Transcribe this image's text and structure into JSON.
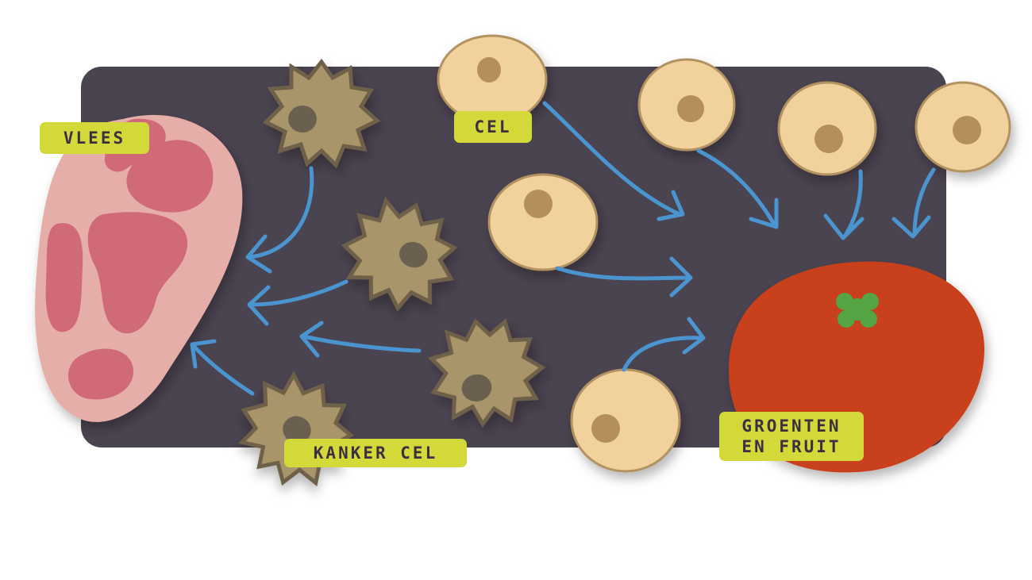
{
  "labels": {
    "meat": "VLEES",
    "cell": "CEL",
    "cancer_cell": "KANKER CEL",
    "produce_line1": "GROENTEN",
    "produce_line2": "EN FRUIT"
  },
  "colors": {
    "panel": "#4a4350",
    "meat_outer": "#e6aea8",
    "meat_inner": "#d16a78",
    "cell_fill": "#f1d29c",
    "cell_stroke": "#b39262",
    "cell_nucleus": "#b48f5c",
    "cancer_fill": "#a8966a",
    "cancer_stroke": "#6e6148",
    "cancer_nucleus": "#6b6050",
    "tomato": "#c8401b",
    "tomato_leaf": "#54a545",
    "arrow": "#4a94cf",
    "label_bg": "#d4d93a",
    "label_text": "#3a3040"
  }
}
